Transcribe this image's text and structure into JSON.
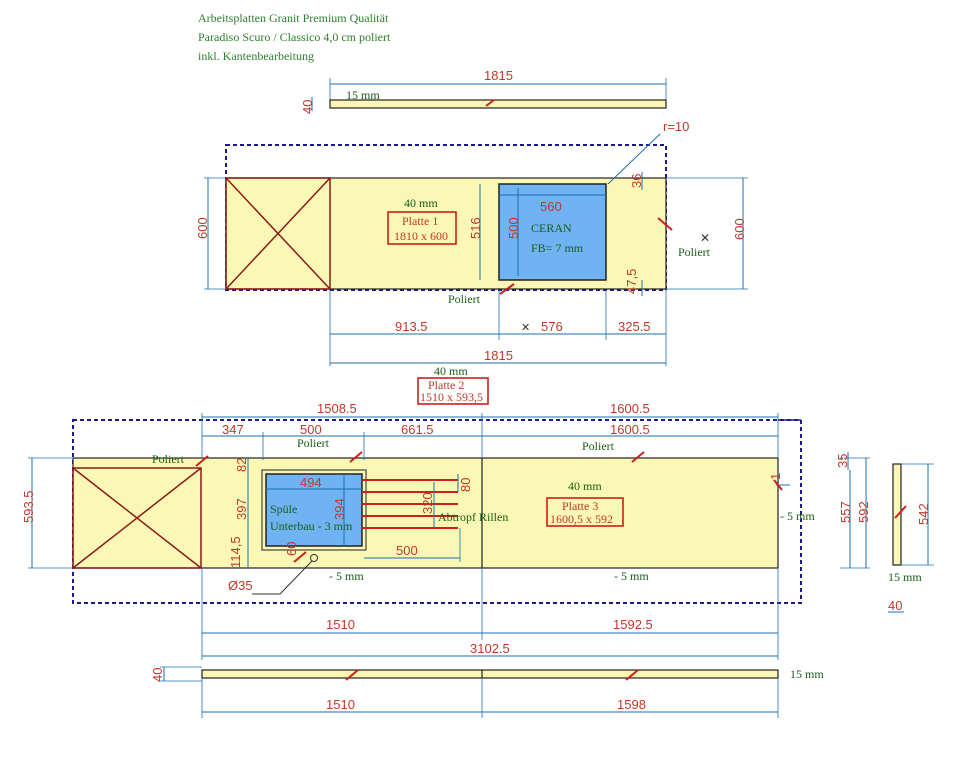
{
  "header": {
    "line1": "Arbeitsplatten Granit Premium Qualität",
    "line2": "Paradiso Scuro / Classico 4,0 cm poliert",
    "line3": "inkl. Kantenbearbeitung"
  },
  "top_edge": {
    "length": "1815",
    "thickness_label": "15 mm",
    "height": "40"
  },
  "platte1": {
    "thickness": "40 mm",
    "name": "Platte 1",
    "size": "1810 x 600",
    "cooktop_label": "CERAN",
    "cooktop_fb": "FB= 7 mm",
    "radius": "r=10",
    "height_left": "600",
    "height_right": "600",
    "cut_width": "560",
    "cut_height_outer": "516",
    "cut_height_inner": "500",
    "top_offset": "36",
    "bottom_offset": "47,5",
    "dim_left": "913.5",
    "dim_mid": "576",
    "dim_right": "325.5",
    "total": "1815",
    "poliert_1": "Poliert",
    "poliert_2": "Poliert"
  },
  "platte2": {
    "thickness": "40 mm",
    "name": "Platte 2",
    "size": "1510 x 593,5",
    "total_top": "1508.5",
    "seg_347": "347",
    "seg_500": "500",
    "seg_661": "661.5",
    "poliert_top": "Poliert",
    "poliert_left": "Poliert",
    "height": "593.5",
    "sink_width": "494",
    "sink_label": "Spüle",
    "sink_sub": "Unterbau - 3 mm",
    "sink_top": "82",
    "sink_height": "397",
    "sink_inner": "394",
    "sink_bottom": "114,5",
    "sink_corner": "60",
    "drain_label": "Abtropf Rillen",
    "drain_width": "500",
    "drain_height": "320",
    "drain_top": "80",
    "hole": "Ø35",
    "minus5": "- 5 mm",
    "bottom": "1510"
  },
  "platte3": {
    "thickness": "40 mm",
    "name": "Platte 3",
    "size": "1600,5 x 592",
    "total_top_1": "1600.5",
    "total_top_2": "1600.5",
    "poliert": "Poliert",
    "h_557": "557",
    "h_592": "592",
    "top_35": "35",
    "minus5_right": "- 5 mm",
    "minus5_bottom": "- 5 mm",
    "bottom": "1592.5",
    "side_small": "1"
  },
  "side_piece": {
    "height": "542",
    "thickness_label": "15 mm",
    "depth": "40"
  },
  "overall": {
    "total": "3102.5"
  },
  "bottom_edge": {
    "height": "40",
    "thickness_label": "15 mm",
    "left": "1510",
    "right": "1598"
  }
}
